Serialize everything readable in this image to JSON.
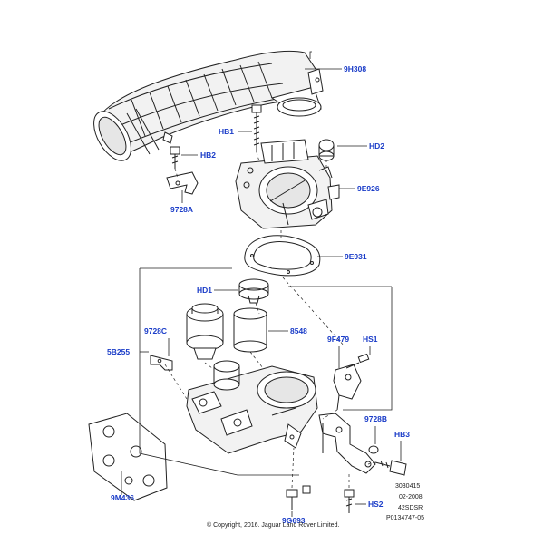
{
  "colors": {
    "label": "#1a3cc8",
    "line": "#222222",
    "shade": "#d9d9d9"
  },
  "labels": {
    "l9H308": "9H308",
    "lHB1": "HB1",
    "lHD2": "HD2",
    "lHB2": "HB2",
    "l9E926": "9E926",
    "l9728A": "9728A",
    "l9E931": "9E931",
    "lHD1": "HD1",
    "l9728C": "9728C",
    "l8548": "8548",
    "l5B255": "5B255",
    "l9F479": "9F479",
    "lHS1": "HS1",
    "l9728B": "9728B",
    "lHB3": "HB3",
    "l9M436": "9M436",
    "lHS2": "HS2",
    "l9G693": "9G693"
  },
  "meta": {
    "code1": "3030415",
    "date": "02-2008",
    "model": "42SDSR",
    "partref": "P0134747-05",
    "copyright": "© Copyright, 2016. Jaguar Land Rover Limited."
  }
}
